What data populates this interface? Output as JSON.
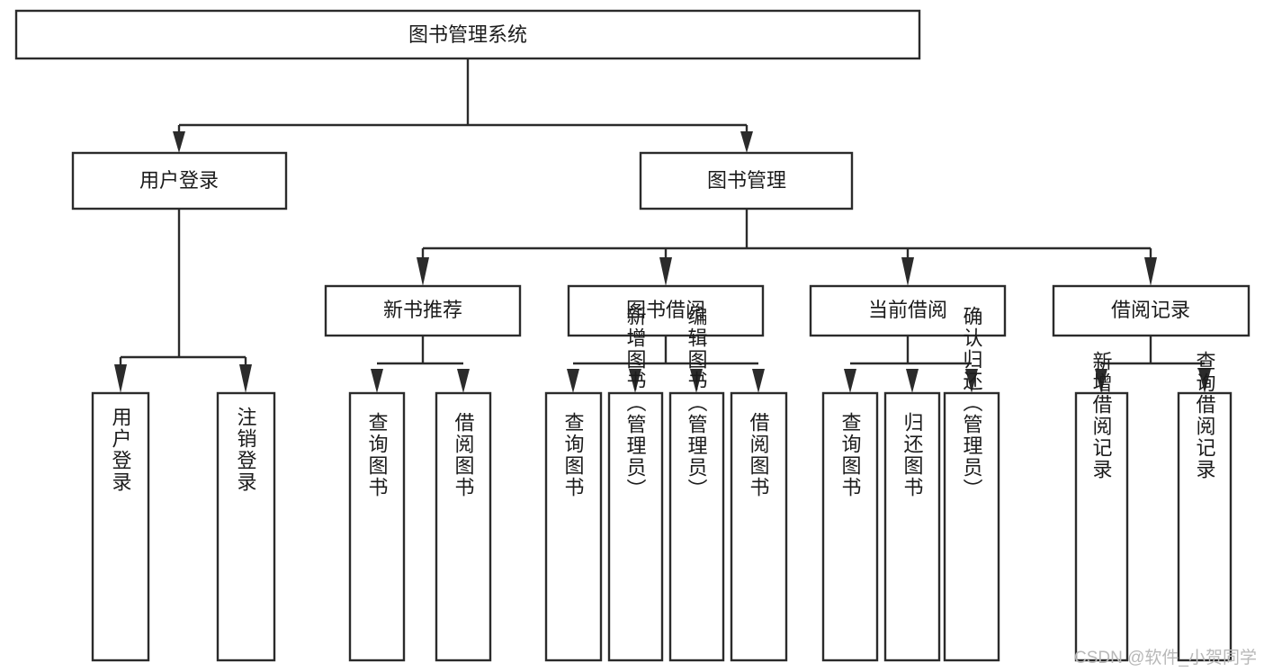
{
  "diagram": {
    "type": "tree-hierarchy",
    "title": "图书管理系统",
    "root": {
      "label": "图书管理系统"
    },
    "level2": [
      {
        "label": "用户登录"
      },
      {
        "label": "图书管理"
      }
    ],
    "level3": [
      {
        "label": "新书推荐",
        "parent": "图书管理"
      },
      {
        "label": "图书借阅",
        "parent": "图书管理"
      },
      {
        "label": "当前借阅",
        "parent": "图书管理"
      },
      {
        "label": "借阅记录",
        "parent": "图书管理"
      }
    ],
    "leaves": {
      "user_login": [
        {
          "label": "用户登录"
        },
        {
          "label": "注销登录"
        }
      ],
      "new_book_recommend": [
        {
          "label": "查询图书"
        },
        {
          "label": "借阅图书"
        }
      ],
      "book_borrow": [
        {
          "label": "查询图书"
        },
        {
          "label": "新增图书（管理员）"
        },
        {
          "label": "编辑图书（管理员）"
        },
        {
          "label": "借阅图书"
        }
      ],
      "current_borrow": [
        {
          "label": "查询图书"
        },
        {
          "label": "归还图书"
        },
        {
          "label": "确认归还（管理员）"
        }
      ],
      "borrow_record": [
        {
          "label": "新增借阅记录"
        },
        {
          "label": "查询借阅记录"
        }
      ]
    }
  },
  "watermark": {
    "text": "CSDN @软件_小贺同学"
  },
  "colors": {
    "box_stroke": "#2b2b2b",
    "box_fill": "#ffffff",
    "text": "#1b1b1b",
    "background": "#ffffff",
    "watermark": "#b8b8b8"
  }
}
